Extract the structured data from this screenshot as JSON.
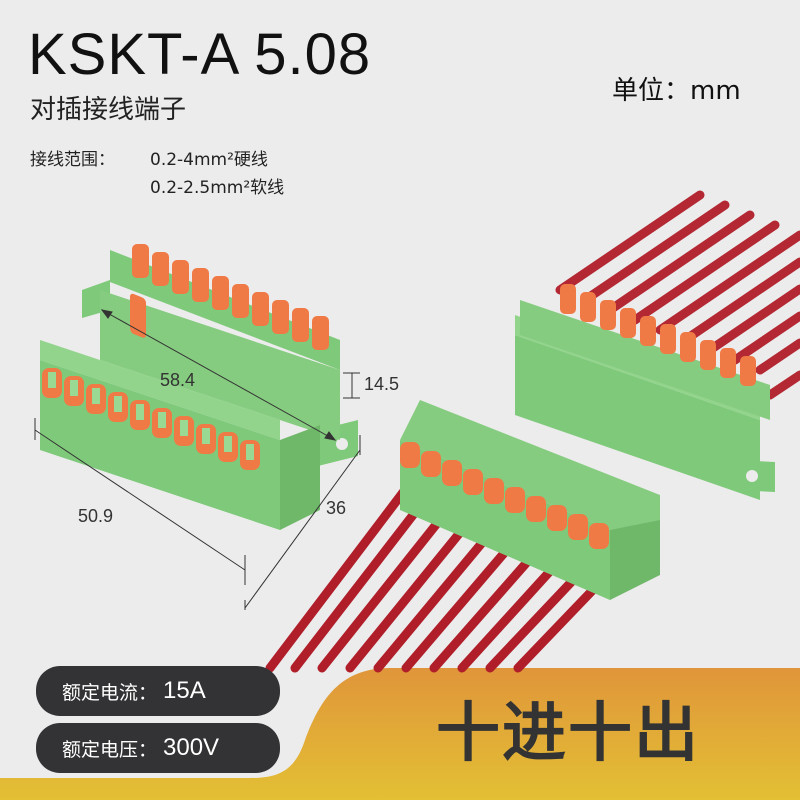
{
  "header": {
    "title": "KSKT-A 5.08",
    "subtitle": "对插接线端子",
    "wiring_range_label": "接线范围：",
    "wiring_range_solid": "0.2-4mm²硬线",
    "wiring_range_stranded": "0.2-2.5mm²软线",
    "unit": "单位：mm"
  },
  "dimensions": {
    "length_between_holes": "58.4",
    "height": "14.5",
    "width": "50.9",
    "depth": "36"
  },
  "specs": [
    {
      "label": "额定电流：",
      "value": "15A"
    },
    {
      "label": "额定电压：",
      "value": "300V"
    }
  ],
  "banner": {
    "text": "十进十出"
  },
  "colors": {
    "background": "#ececec",
    "housing_green": "#7fc97a",
    "lever_orange": "#f07a45",
    "wire_red": "#b01e2a",
    "banner_top": "#e0953a",
    "banner_bottom": "#e3c034",
    "pill_dark": "#333335"
  }
}
